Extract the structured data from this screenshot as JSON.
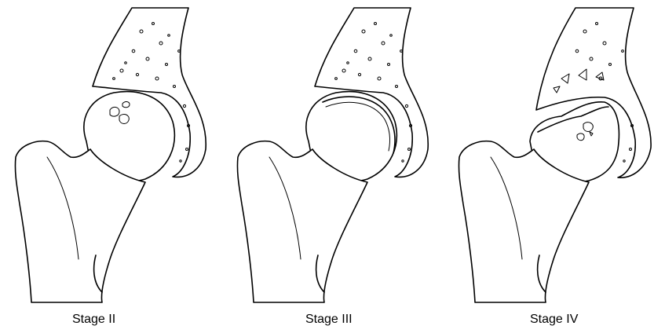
{
  "panels": [
    {
      "label": "Stage II"
    },
    {
      "label": "Stage III"
    },
    {
      "label": "Stage IV"
    }
  ]
}
